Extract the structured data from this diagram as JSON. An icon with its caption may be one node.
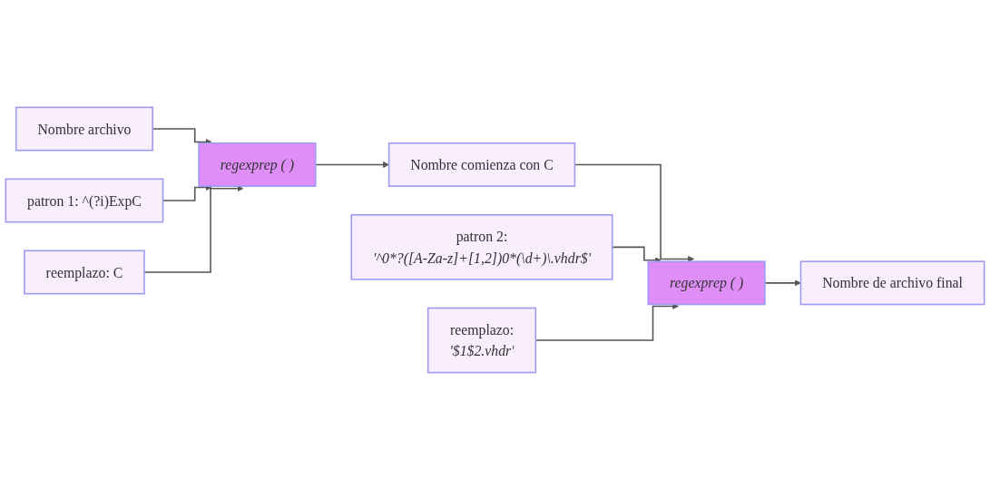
{
  "diagram": {
    "nodes": [
      {
        "text": [
          "Nombre archivo"
        ]
      },
      {
        "text": [
          "patron 1: ^(?i)ExpC"
        ]
      },
      {
        "text": [
          "reemplazo: C"
        ]
      },
      {
        "text": [
          "regexprep ( )"
        ]
      },
      {
        "text": [
          "Nombre comienza con C"
        ]
      },
      {
        "text": [
          "patron 2:",
          "'^0*?([A-Za-z]+[1,2])0*(\\d+)\\.vhdr$'"
        ]
      },
      {
        "text": [
          "reemplazo:",
          "'$1$2.vhdr'"
        ]
      },
      {
        "text": [
          "regexprep ( )"
        ]
      },
      {
        "text": [
          "Nombre de archivo final"
        ]
      }
    ],
    "edges": [
      {
        "from": 0,
        "to": 3,
        "arrow": "to"
      },
      {
        "from": 1,
        "to": 3,
        "arrow": "to"
      },
      {
        "from": 2,
        "to": 3,
        "arrow": "to"
      },
      {
        "from": 3,
        "to": 4,
        "arrow": "to"
      },
      {
        "from": 4,
        "to": 7,
        "arrow": "to"
      },
      {
        "from": 5,
        "to": 7,
        "arrow": "to"
      },
      {
        "from": 6,
        "to": 7,
        "arrow": "to"
      },
      {
        "from": 7,
        "to": 8,
        "arrow": "to"
      }
    ]
  }
}
